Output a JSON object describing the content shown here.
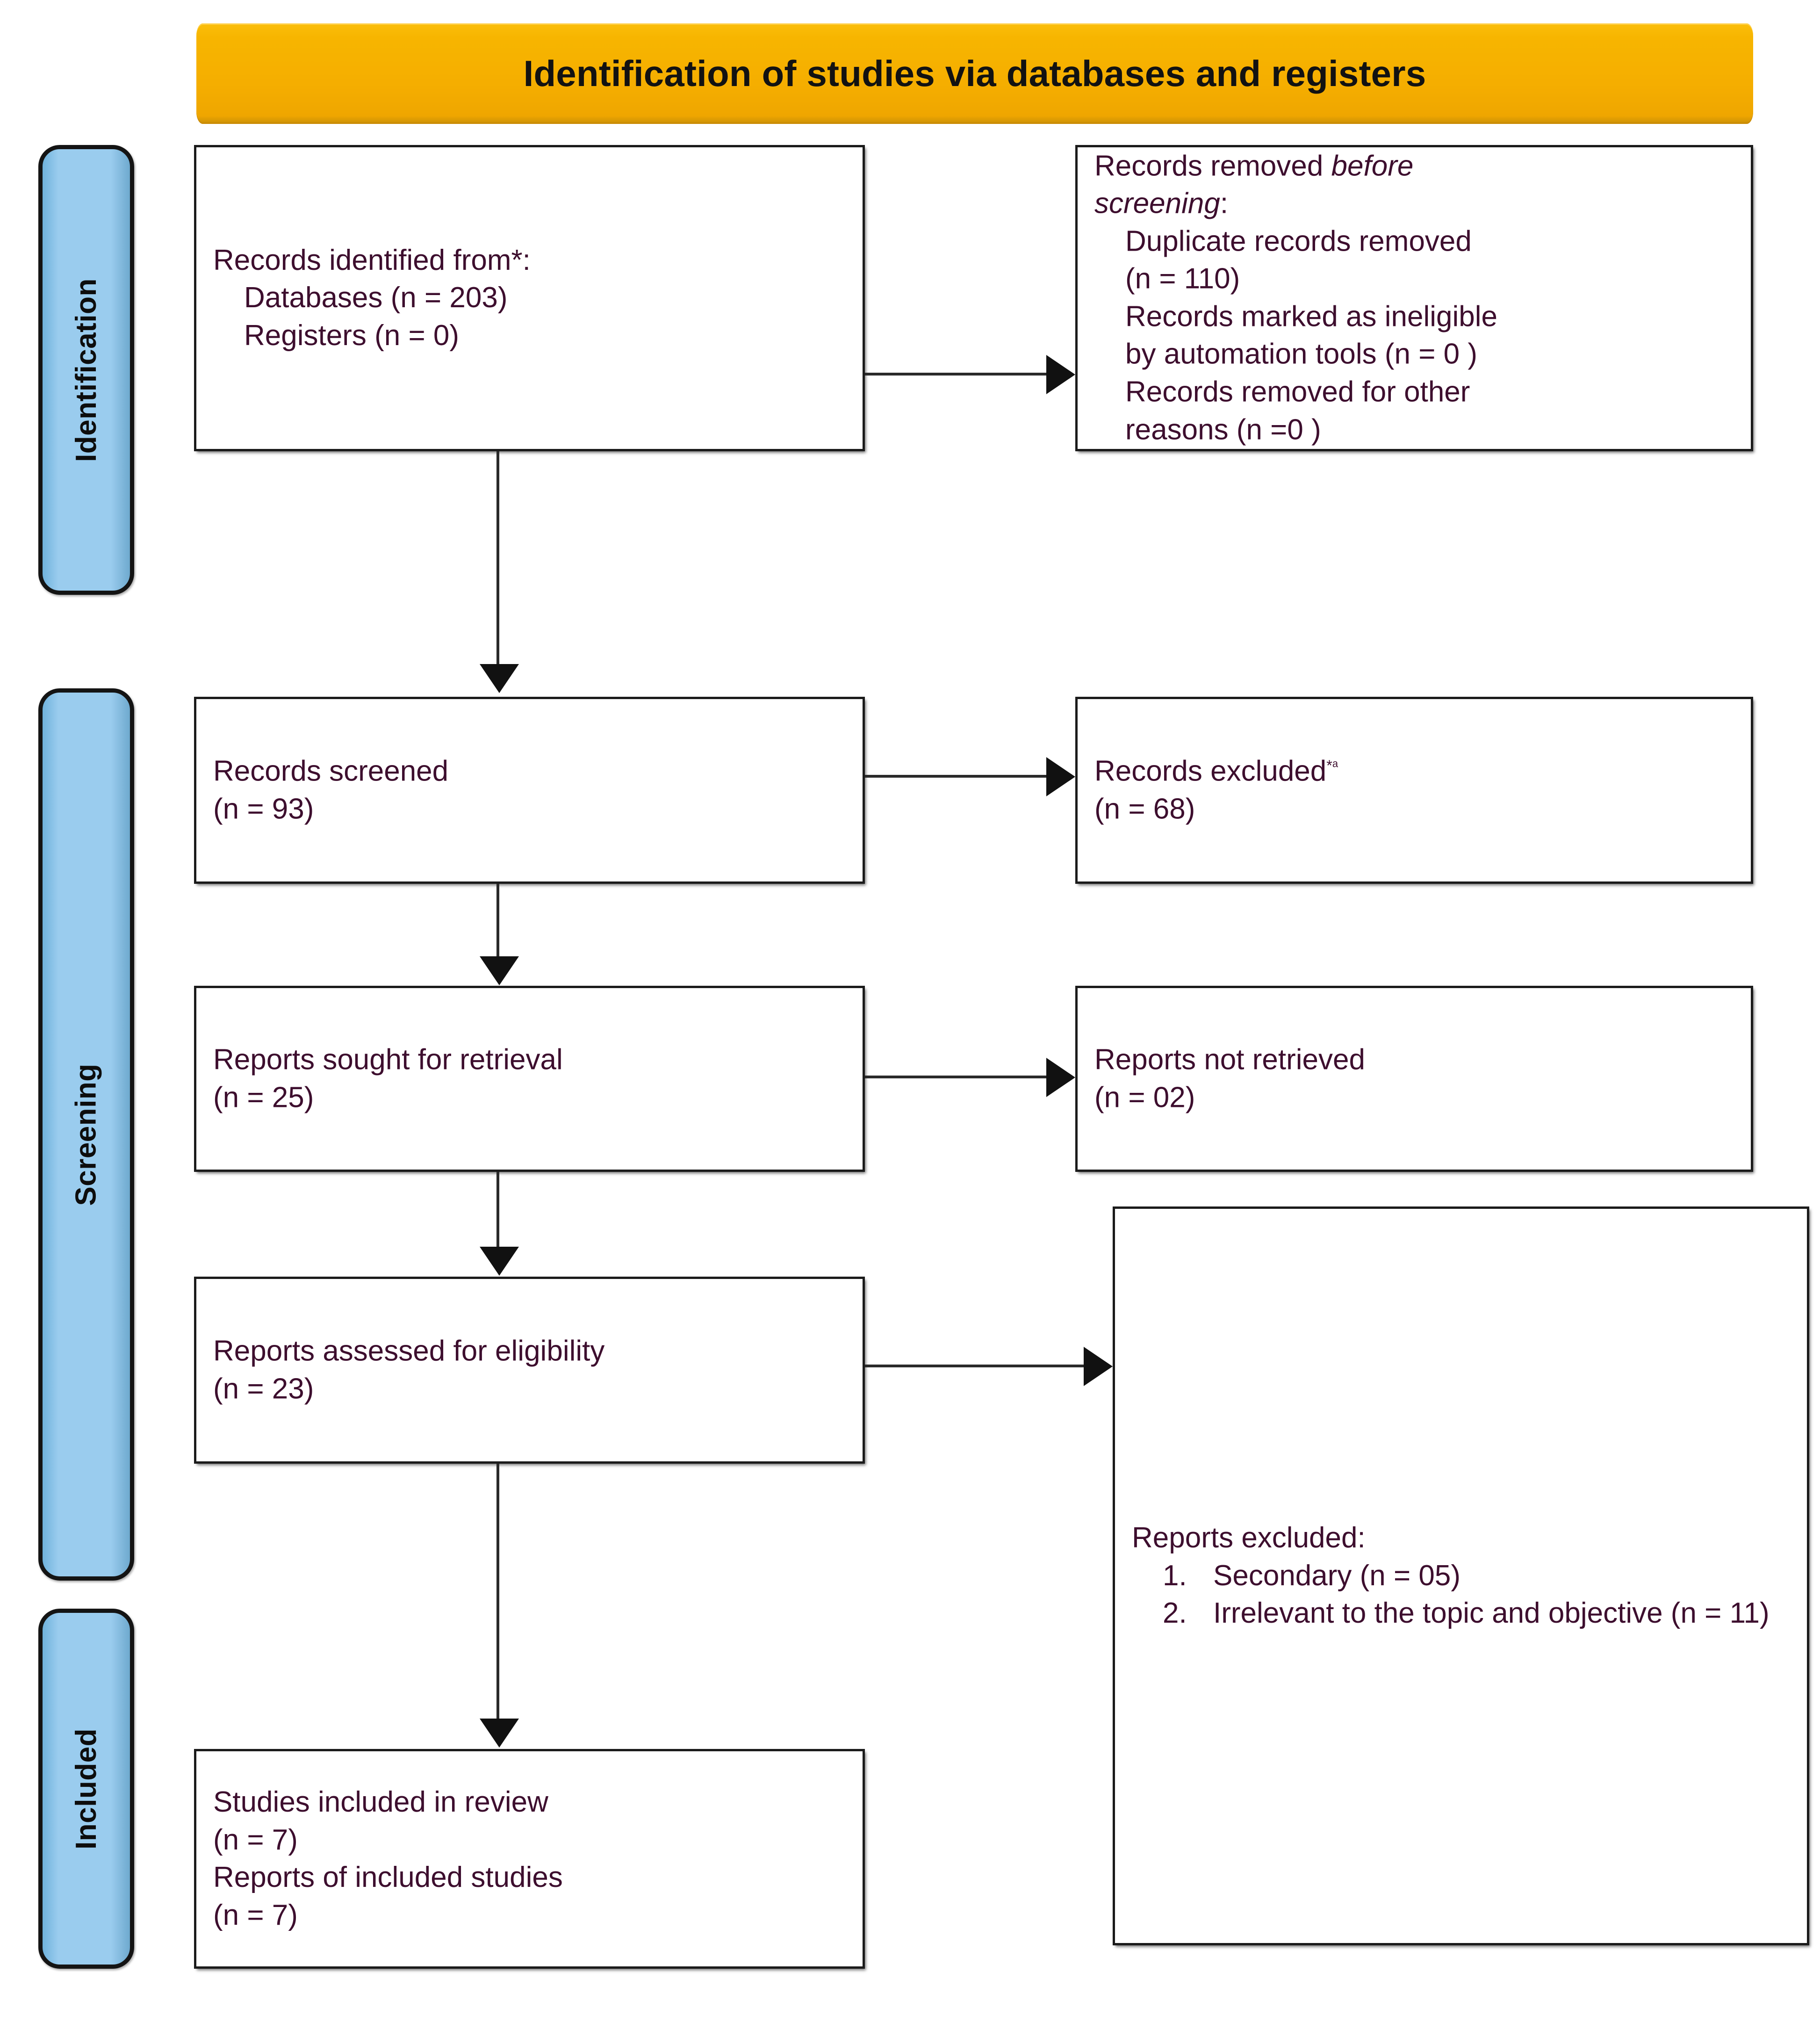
{
  "banner": {
    "title": "Identification of studies via databases and registers",
    "color": "#F5B000",
    "text_color": "#121212"
  },
  "theme": {
    "stage_fill": "#9ACCEE",
    "box_border": "#1b1b1b",
    "body_text": "#3D0E2E",
    "connector": "#2a2a2a"
  },
  "stages": [
    {
      "id": "identification",
      "label": "Identification"
    },
    {
      "id": "screening",
      "label": "Screening"
    },
    {
      "id": "included",
      "label": "Included"
    }
  ],
  "boxes": {
    "identified": {
      "title": "Records identified from*:",
      "items": [
        "Databases (n = 203)",
        "Registers (n = 0)"
      ]
    },
    "removed_before": {
      "title_lead": "Records removed ",
      "title_italic_1": "before",
      "title_italic_2": "screening",
      "title_colon": ":",
      "items": [
        "Duplicate records removed",
        "(n = 110)",
        "Records marked as ineligible",
        "by automation tools (n = 0 )",
        "Records removed for other",
        "reasons (n =0 )"
      ]
    },
    "screened": {
      "title": "Records screened",
      "count": "(n = 93)"
    },
    "excluded": {
      "title": "Records excluded",
      "title_superscript": "*ᵃ",
      "count": "(n = 68)"
    },
    "sought": {
      "title": "Reports sought for retrieval",
      "count": "(n = 25)"
    },
    "not_retrieved": {
      "title": "Reports not retrieved",
      "count": "(n = 02)"
    },
    "assessed": {
      "title": "Reports assessed for eligibility",
      "count": "(n = 23)"
    },
    "reports_excluded": {
      "title": "Reports excluded:",
      "reasons": [
        {
          "num": "1.",
          "text": "Secondary (n = 05)"
        },
        {
          "num": "2.",
          "text": "Irrelevant to the topic and objective (n = 11)"
        }
      ]
    },
    "included": {
      "line1": "Studies included in review",
      "line2": "(n = 7)",
      "line3": "Reports of included studies",
      "line4": "(n = 7)"
    }
  },
  "flow_data": {
    "type": "prisma-flow-diagram",
    "records_identified_databases": 203,
    "records_identified_registers": 0,
    "duplicate_records_removed": 110,
    "records_marked_ineligible_by_automation": 0,
    "records_removed_other_reasons": 0,
    "records_screened": 93,
    "records_excluded": 68,
    "reports_sought_for_retrieval": 25,
    "reports_not_retrieved": 2,
    "reports_assessed_for_eligibility": 23,
    "reports_excluded_secondary": 5,
    "reports_excluded_irrelevant": 11,
    "studies_included_in_review": 7,
    "reports_of_included_studies": 7
  }
}
